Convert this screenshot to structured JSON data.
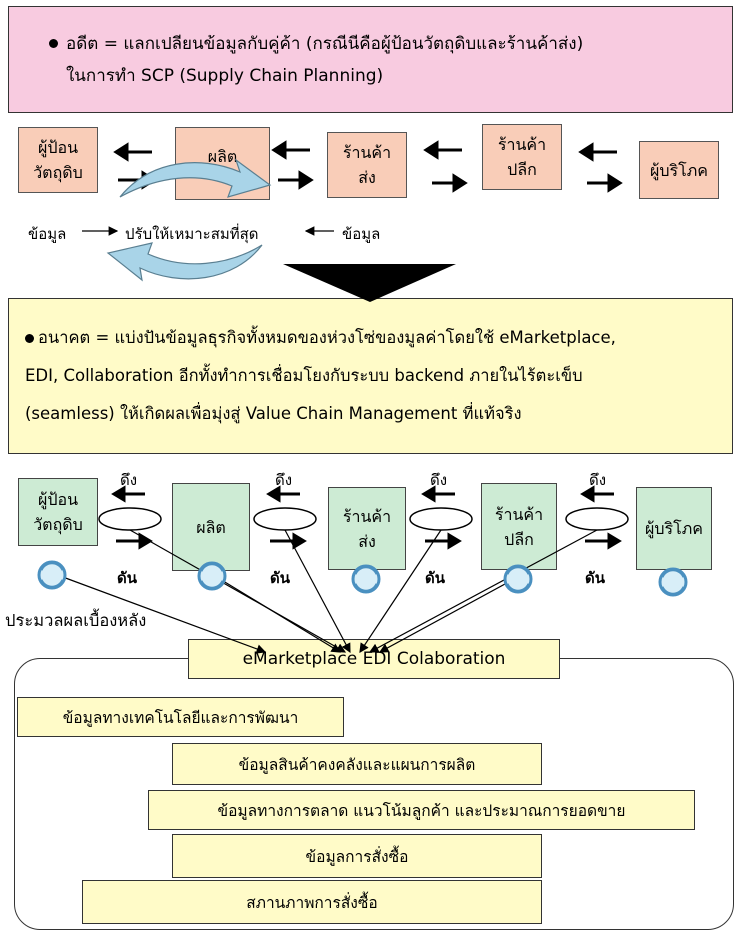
{
  "top_banner": {
    "line1": "อดีต = แลกเปลียนข้อมูลกับคู่ค้า (กรณีนีคือผู้ป้อนวัตถุดิบและร้านค้าส่ง)",
    "line2": "ในการทำ SCP (Supply Chain Planning)"
  },
  "past_chain": {
    "nodes": [
      {
        "line1": "ผู้ป้อน",
        "line2": "วัตถุดิบ"
      },
      {
        "line1": "ผลิต",
        "line2": ""
      },
      {
        "line1": "ร้านค้า",
        "line2": "ส่ง"
      },
      {
        "line1": "ร้านค้า",
        "line2": "ปลีก"
      },
      {
        "line1": "ผู้บริโภค",
        "line2": ""
      }
    ],
    "data_left": "ข้อมูล",
    "optimize": "ปรับให้เหมาะสมที่สุด",
    "data_right": "ข้อมูล"
  },
  "mid_banner": {
    "line1": "อนาคต = แบ่งปันข้อมูลธุรกิจทั้งหมดของห่วงโซ่ของมูลค่าโดยใช้ eMarketplace,",
    "line2": "EDI, Collaboration อีกทั้งทำการเชื่อมโยงกับระบบ backend ภายในไร้ตะเข็บ",
    "line3": "(seamless) ให้เกิดผลเพื่อมุ่งสู่ Value Chain Management ที่แท้จริง"
  },
  "future_chain": {
    "nodes": [
      {
        "line1": "ผู้ป้อน",
        "line2": "วัตถุดิบ"
      },
      {
        "line1": "ผลิต",
        "line2": ""
      },
      {
        "line1": "ร้านค้า",
        "line2": "ส่ง"
      },
      {
        "line1": "ร้านค้า",
        "line2": "ปลีก"
      },
      {
        "line1": "ผู้บริโภค",
        "line2": ""
      }
    ],
    "pull_label": "ดึง",
    "push_label": "ดัน",
    "backend_label": "ประมวลผลเบื้องหลัง"
  },
  "platform": {
    "title": "eMarketplace EDI Colaboration",
    "layers": [
      "ข้อมูลทางเทคโนโลยีและการพัฒนา",
      "ข้อมูลสินค้าคงคลังและแผนการผลิต",
      "ข้อมูลทางการตลาด แนวโน้มลูกค้า และประมาณการยอดขาย",
      "ข้อมูลการสั่งซื้อ",
      "สภานภาพการสั่งซื้อ"
    ]
  },
  "colors": {
    "top_banner_bg": "#f8cbe0",
    "mid_banner_bg": "#fffbc8",
    "past_node_bg": "#f9cdb8",
    "future_node_bg": "#cdebd4",
    "cycle_arrow": "#a9d4e8"
  }
}
